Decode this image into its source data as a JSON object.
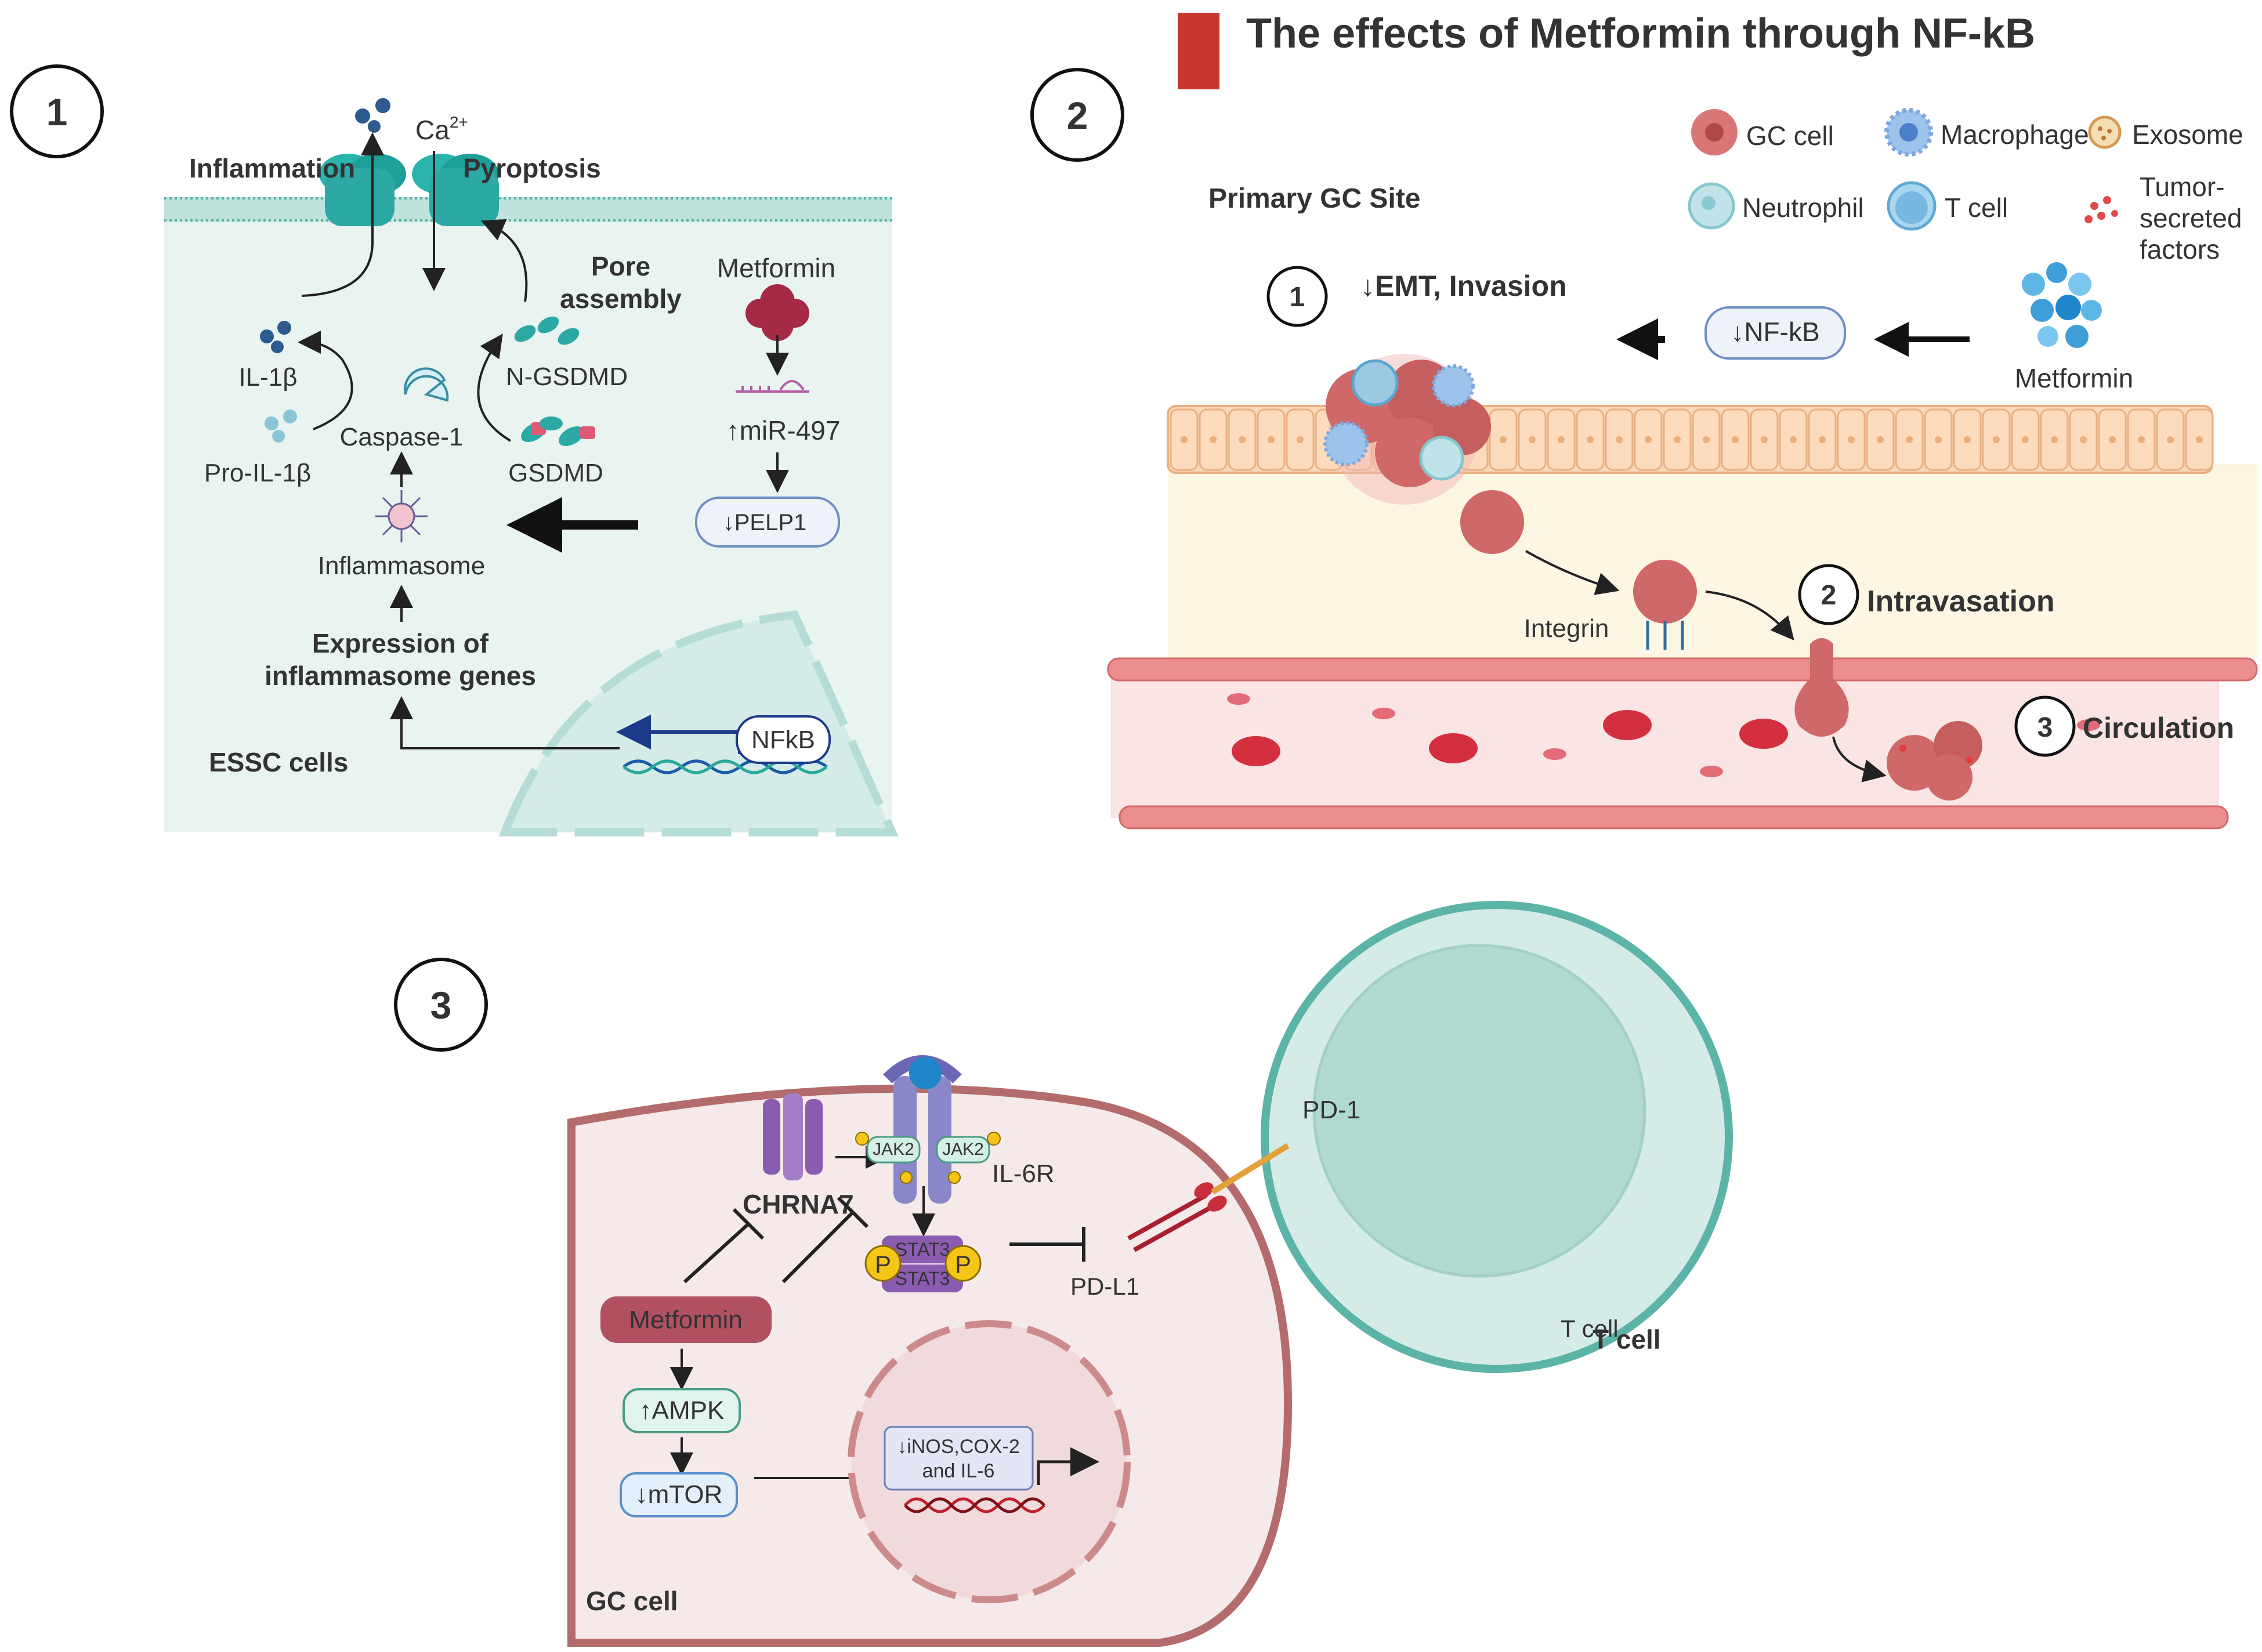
{
  "title": "The effects of Metformin through NF-kB",
  "colors": {
    "title_bar": "#c8372f",
    "panel1_bg": "#e9f4f1",
    "teal": "#2a9d8f",
    "gc_cell_fill": "#f6e9ea",
    "gc_cell_border": "#b46b6b",
    "tcell_border": "#5cb3a8",
    "tcell_fill": "#d4ebe7",
    "vessel": "#e98a8a",
    "stroma": "#fdf6e3",
    "epithelium": "#fbd9b6",
    "metformin_btn": "#b05060"
  },
  "panel1": {
    "number": "1",
    "inflammation": "Inflammation",
    "pyroptosis": "Pyroptosis",
    "ca": "Ca",
    "ca_sup": "2+",
    "pore_line1": "Pore",
    "pore_line2": "assembly",
    "metformin": "Metformin",
    "il1b": "IL-1β",
    "pro_il1b": "Pro-IL-1β",
    "caspase1": "Caspase-1",
    "n_gsdmd": "N-GSDMD",
    "gsdmd": "GSDMD",
    "mir497": "↑miR-497",
    "pelp1": "↓PELP1",
    "inflammasome": "Inflammasome",
    "expr_line1": "Expression of",
    "expr_line2": "inflammasome genes",
    "essc": "ESSC cells",
    "nfkb": "NFkB"
  },
  "panel2": {
    "number": "2",
    "primary_site": "Primary GC Site",
    "legend": {
      "gc_cell": "GC  cell",
      "macrophage": "Macrophage",
      "exosome": "Exosome",
      "neutrophil": "Neutrophil",
      "t_cell": "T cell",
      "tumor_line1": "Tumor-",
      "tumor_line2": "secreted",
      "tumor_line3": "factors"
    },
    "step1_num": "1",
    "step1": "↓EMT, Invasion",
    "nfkb": "↓NF-kB",
    "metformin": "Metformin",
    "integrin": "Integrin",
    "step2_num": "2",
    "step2": "Intravasation",
    "step3_num": "3",
    "step3": "Circulation"
  },
  "panel3": {
    "number": "3",
    "chrna7": "CHRNA7",
    "jak2_left": "JAK2",
    "jak2_right": "JAK2",
    "il6r": "IL-6R",
    "stat3_top": "STAT3",
    "stat3_bottom": "STAT3",
    "p_left": "P",
    "p_right": "P",
    "pd1": "PD-1",
    "pdl1": "PD-L1",
    "metformin": "Metformin",
    "ampk": "↑AMPK",
    "mtor": "↓mTOR",
    "inos_line1": "↓iNOS,COX-2",
    "inos_line2": "and IL-6",
    "gc_cell": "GC cell",
    "tcell_a": "T cell",
    "tcell_b": "T cell"
  }
}
